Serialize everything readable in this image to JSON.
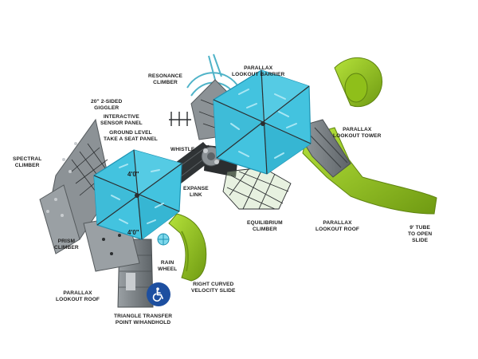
{
  "labels": {
    "resonance_climber": [
      "RESONANCE",
      "CLIMBER"
    ],
    "parallax_lookout_barrier": [
      "PARALLAX",
      "LOOKOUT BARRIER"
    ],
    "giggler": [
      "20\" 2-SIDED",
      "GIGGLER"
    ],
    "interactive_sensor_panel": [
      "INTERACTIVE",
      "SENSOR PANEL"
    ],
    "ground_level_seat_panel": [
      "GROUND LEVEL",
      "TAKE A SEAT PANEL"
    ],
    "parallax_lookout_tower": [
      "PARALLAX",
      "LOOKOUT TOWER"
    ],
    "whistle": [
      "WHISTLE"
    ],
    "spectral_climber": [
      "SPECTRAL",
      "CLIMBER"
    ],
    "expanse_link": [
      "EXPANSE",
      "LINK"
    ],
    "equilibrium_climber": [
      "EQUILIBRIUM",
      "CLIMBER"
    ],
    "parallax_lookout_roof_right": [
      "PARALLAX",
      "LOOKOUT ROOF"
    ],
    "tube_slide": [
      "9' TUBE",
      "TO OPEN",
      "SLIDE"
    ],
    "prism_climber": [
      "PRISM",
      "CLIMBER"
    ],
    "rain_wheel": [
      "RAIN",
      "WHEEL"
    ],
    "parallax_lookout_roof_left": [
      "PARALLAX",
      "LOOKOUT ROOF"
    ],
    "right_curved_velocity_slide": [
      "RIGHT CURVED",
      "VELOCITY SLIDE"
    ],
    "triangle_transfer_point": [
      "TRIANGLE TRANSFER",
      "POINT W/HANDHOLD"
    ]
  },
  "dimensions": {
    "upper": "4'0\"",
    "lower": "4'0\""
  },
  "icons": {
    "accessibility": "wheelchair-accessibility-icon"
  },
  "colors": {
    "roof_blue": "#43c3df",
    "roof_blue_light": "#7fd9ec",
    "roof_blue_dark": "#1e93b3",
    "slide_green": "#9ccc1c",
    "slide_green_dark": "#6f9a12",
    "frame_gray": "#8c9296",
    "deck_gray": "#7d8387",
    "dark_post": "#2b2e30",
    "badge_blue": "#1d4fa0"
  }
}
